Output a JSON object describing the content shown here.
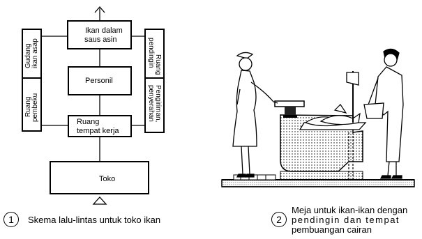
{
  "schema": {
    "top_box": [
      "Ikan dalam",
      "saus asin"
    ],
    "middle_box": "Personil",
    "work_box": [
      "Ruang",
      "tempat kerja"
    ],
    "bottom_box": "Toko",
    "left_top": [
      "Gudang",
      "ikan asap"
    ],
    "left_bottom": [
      "Ruang",
      "pembeku"
    ],
    "right_top": [
      "Ruang",
      "pendingin"
    ],
    "right_bottom": [
      "Pengiriman,",
      "penyerahan"
    ]
  },
  "captions": {
    "left_number": "1",
    "left_text": "Skema lalu-lintas untuk toko ikan",
    "right_number": "2",
    "right_text": [
      "Meja untuk ikan-ikan dengan",
      "pendingin dan tempat",
      "pembuangan cairan"
    ]
  }
}
